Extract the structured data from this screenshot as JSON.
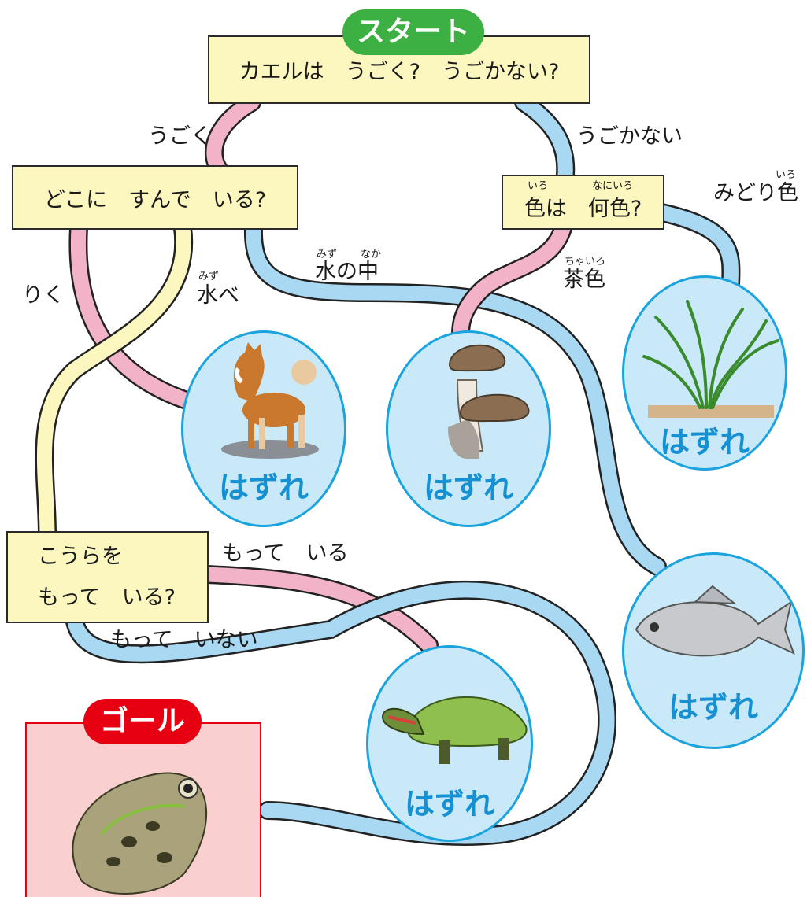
{
  "start": {
    "badge": "スタート",
    "question": "カエルは　うごく?　うごかない?"
  },
  "branch_moves": "うごく",
  "branch_not_moves": "うごかない",
  "habitat": {
    "question": "どこに　すんで　いる?",
    "land": "りく",
    "waterside": "水べ",
    "waterside_ruby": "みず",
    "in_water": "水の中",
    "in_water_ruby_1": "みず",
    "in_water_ruby_2": "なか"
  },
  "color": {
    "question": "色は　何色?",
    "question_ruby_1": "いろ",
    "question_ruby_2": "なにいろ",
    "brown": "茶色",
    "brown_ruby": "ちゃいろ",
    "green": "みどり色",
    "green_ruby": "いろ"
  },
  "shell": {
    "question_line1": "こうらを",
    "question_line2": "もって　いる?",
    "has": "もって　いる",
    "has_not": "もって　いない"
  },
  "goal": {
    "badge": "ゴール"
  },
  "miss_label": "はずれ",
  "results": [
    {
      "id": "dog",
      "label": "はずれ",
      "icon": "dog-illustration"
    },
    {
      "id": "mushroom",
      "label": "はずれ",
      "icon": "mushroom-illustration"
    },
    {
      "id": "grass",
      "label": "はずれ",
      "icon": "grass-illustration"
    },
    {
      "id": "fish",
      "label": "はずれ",
      "icon": "fish-illustration"
    },
    {
      "id": "turtle",
      "label": "はずれ",
      "icon": "turtle-illustration"
    },
    {
      "id": "frog",
      "icon": "frog-illustration"
    }
  ],
  "colors": {
    "pink_path": "#f2b3c9",
    "blue_path": "#a8d8f2",
    "yellow_path": "#fcf6bf",
    "start_green": "#3cb043",
    "goal_red": "#e60012",
    "goal_bg": "#f9cfcf",
    "circle_fill": "#c9e9f8",
    "circle_border": "#1aa3dd",
    "miss_text": "#1590d2"
  }
}
